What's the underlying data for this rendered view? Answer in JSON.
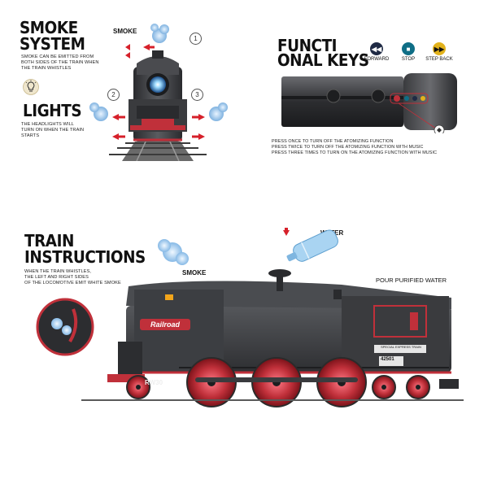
{
  "smoke_system": {
    "title_line1": "SMOKE",
    "title_line2": "SYSTEM",
    "desc": [
      "SMOKE CAN BE EMITTED FROM",
      "BOTH SIDES OF THE TRAIN WHEN",
      "THE TRAIN WHISTLES"
    ],
    "smoke_label": "SMOKE",
    "markers": [
      "1",
      "2",
      "3"
    ]
  },
  "lights": {
    "title": "LIGHTS",
    "desc": [
      "THE HEADLIGHTS WILL",
      "TURN ON WHEN THE TRAIN",
      "STARTS"
    ],
    "icon": "lightbulb-icon"
  },
  "functional_keys": {
    "title_line1": "FUNCTI",
    "title_line2": "ONAL KEYS",
    "keys": [
      {
        "label": "FORWARD",
        "icon": "rewind-icon",
        "color": "#1f2a44"
      },
      {
        "label": "STOP",
        "icon": "stop-icon",
        "color": "#0f6e86"
      },
      {
        "label": "STEP BACK",
        "icon": "fast-forward-icon",
        "color": "#e2b21b"
      }
    ],
    "instructions": [
      "PRESS ONCE TO TURN OFF THE ATOMIZING FUNCTION",
      "PRESS TWICE TO TURN OFF  THE  ATOMIZING FUNCTION WITH MUSIC",
      "PRESS THREE TIMES TO TURN ON THE ATOMIZING FUNCTION WITH  MUSIC"
    ]
  },
  "train_instructions": {
    "title_line1": "TRAIN",
    "title_line2": "INSTRUCTIONS",
    "desc": [
      "WHEN THE TRAIN  WHISTLES,",
      "THE LEFT AND RIGHT SIDES",
      "OF THE LOCOMOTIVE EMIT WHITE SMOKE"
    ],
    "smoke_label": "SMOKE",
    "water_label": "WATER",
    "pour_label": "POUR PURIFIED WATER"
  },
  "locomotive": {
    "brand": "Railroad",
    "model": "RW30",
    "plate_text": "SPECIAL EXPRESS TRAIN",
    "number": "42501",
    "colors": {
      "body": "#3a3b3e",
      "accent": "#c0303a",
      "dark": "#232426"
    }
  }
}
